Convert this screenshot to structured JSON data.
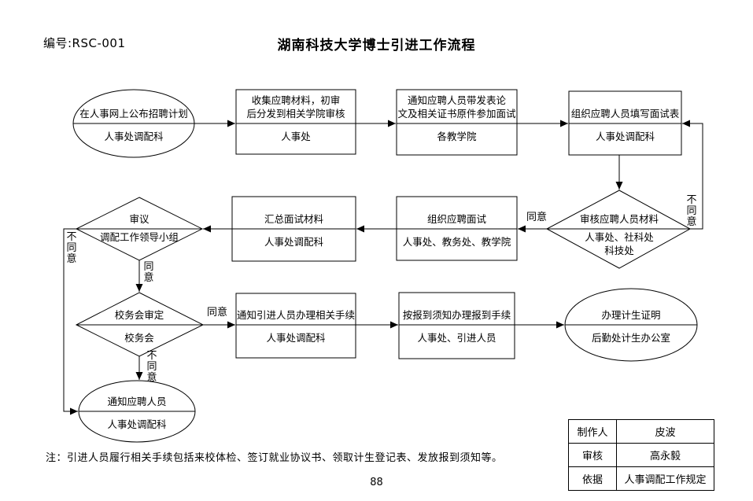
{
  "page": {
    "doc_number": "编号:RSC-001",
    "title": "湖南科技大学博士引进工作流程",
    "note": "注：引进人员履行相关手续包括来校体检、签订就业协议书、领取计生登记表、发放报到须知等。",
    "page_number": "88"
  },
  "labels": {
    "agree": "同意",
    "disagree": "不同意"
  },
  "nodes": {
    "publish": {
      "action": "在人事网上公布招聘计划",
      "dept": "人事处调配科"
    },
    "collect": {
      "action_lines": [
        "收集应聘材料，初审",
        "后分发到相关学院审核"
      ],
      "dept": "人事处"
    },
    "notify_interview": {
      "action_lines": [
        "通知应聘人员带发表论",
        "文及相关证书原件参加面试"
      ],
      "dept": "各教学院"
    },
    "fill_form": {
      "action": "组织应聘人员填写面试表",
      "dept": "人事处调配科"
    },
    "leader_review": {
      "action": "审议",
      "dept": "调配工作领导小组"
    },
    "summarize": {
      "action": "汇总面试材料",
      "dept": "人事处调配科"
    },
    "organize_interview": {
      "action": "组织应聘面试",
      "dept": "人事处、教务处、教学院"
    },
    "review_materials": {
      "action": "审核应聘人员材料",
      "dept_lines": [
        "人事处、社科处",
        "科技处"
      ]
    },
    "school_council": {
      "action": "校务会审定",
      "dept": "校务会"
    },
    "notify_procedure": {
      "action": "通知引进人员办理相关手续",
      "dept": "人事处调配科"
    },
    "register": {
      "action": "按报到须知办理报到手续",
      "dept": "人事处、引进人员"
    },
    "birth_cert": {
      "action": "办理计生证明",
      "dept": "后勤处计生办公室"
    },
    "notify_applicant": {
      "action": "通知应聘人员",
      "dept": "人事处调配科"
    }
  },
  "info_table": {
    "rows": [
      {
        "label": "制作人",
        "value": "皮波"
      },
      {
        "label": "审核",
        "value": "高永毅"
      },
      {
        "label": "依据",
        "value": "人事调配工作规定"
      }
    ]
  },
  "colors": {
    "ink": "#000000",
    "background": "#ffffff"
  }
}
